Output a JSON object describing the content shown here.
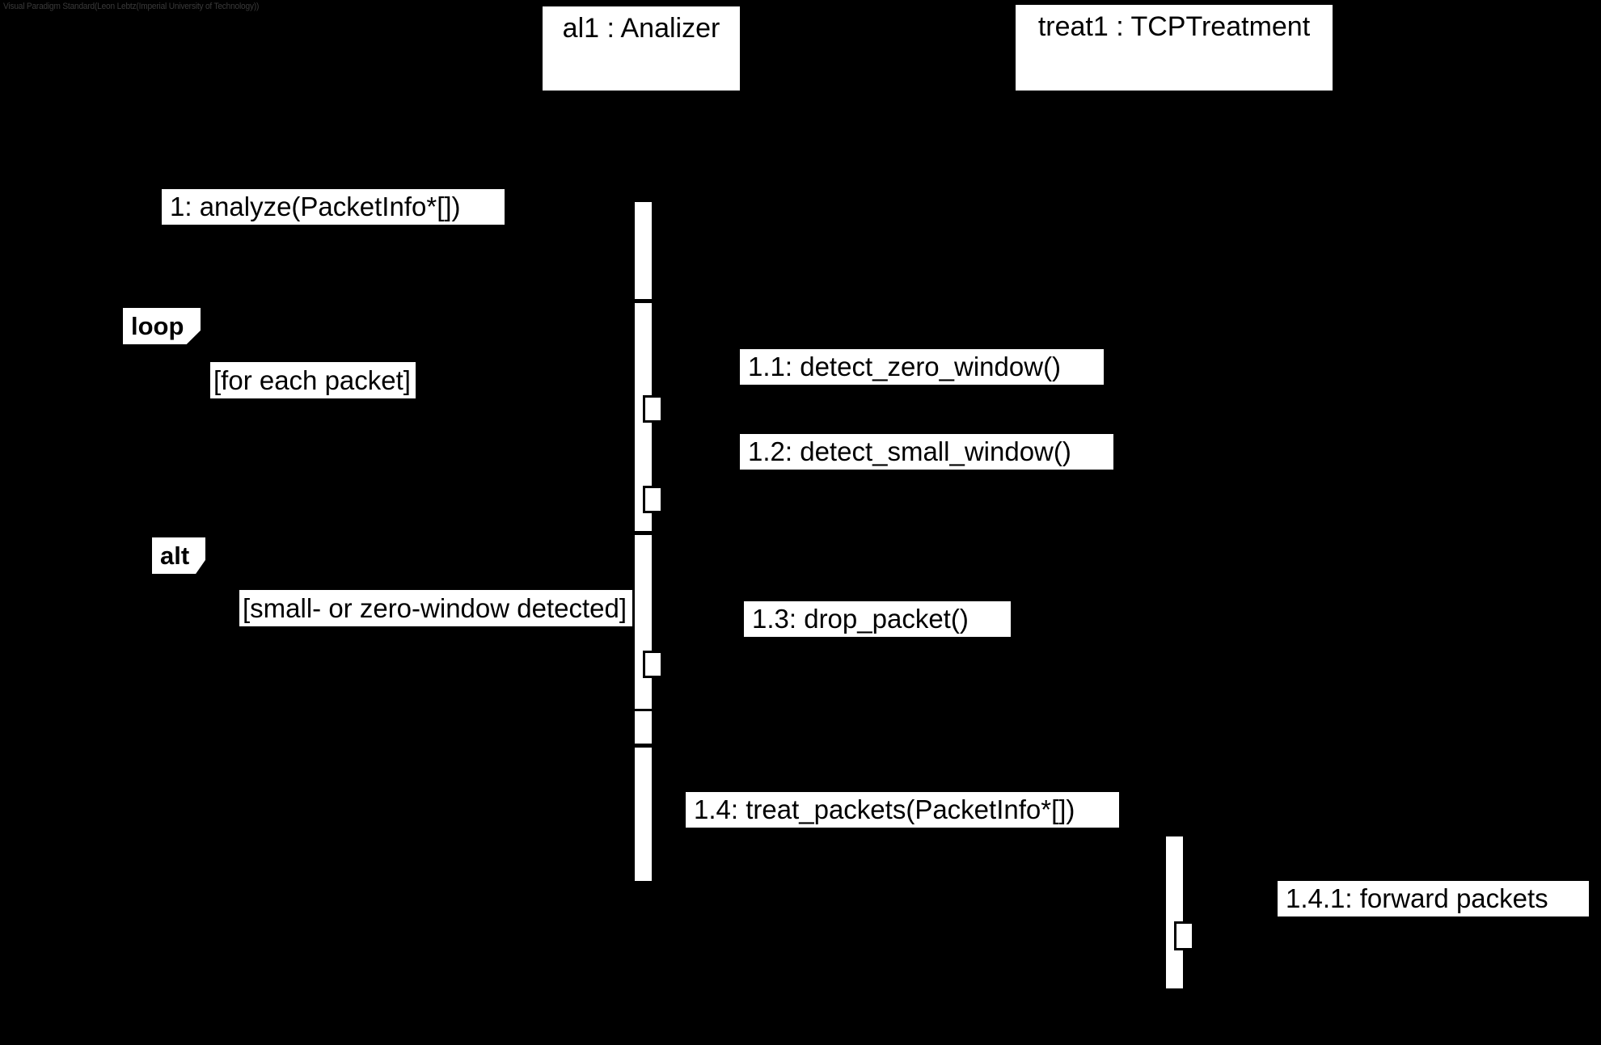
{
  "watermark": "Visual Paradigm Standard(Leon Lebtz(Imperial University of Technology))",
  "diagram": {
    "type": "uml-sequence-diagram",
    "background_color": "#000000",
    "foreground_color": "#ffffff"
  },
  "lifelines": [
    {
      "id": "analizer",
      "label": "al1 : Analizer"
    },
    {
      "id": "tcptreatment",
      "label": "treat1 : TCPTreatment"
    }
  ],
  "messages": [
    {
      "id": "m1",
      "label": "1: analyze(PacketInfo*[])"
    },
    {
      "id": "m11",
      "label": "1.1: detect_zero_window()"
    },
    {
      "id": "m12",
      "label": "1.2: detect_small_window()"
    },
    {
      "id": "m13",
      "label": "1.3: drop_packet()"
    },
    {
      "id": "m14",
      "label": "1.4: treat_packets(PacketInfo*[])"
    },
    {
      "id": "m141",
      "label": "1.4.1: forward packets"
    }
  ],
  "fragments": [
    {
      "id": "loop",
      "operator": "loop",
      "guard": "[for each packet]"
    },
    {
      "id": "alt",
      "operator": "alt",
      "guard": "[small- or zero-window detected]"
    }
  ]
}
